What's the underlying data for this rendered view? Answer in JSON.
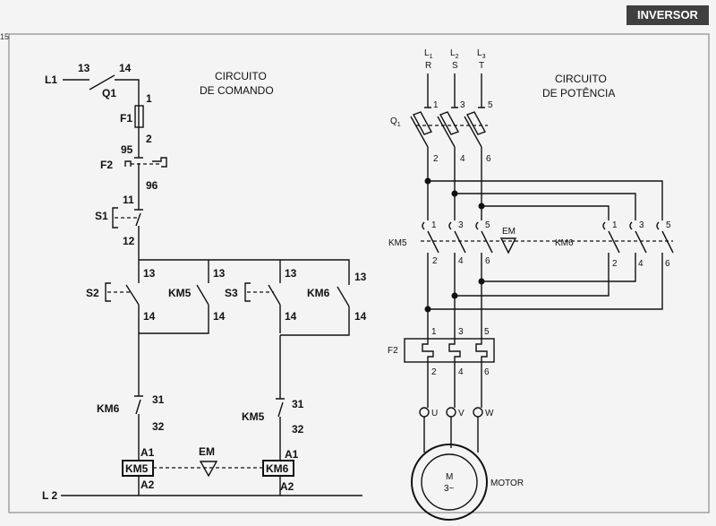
{
  "badge": "INVERSOR",
  "page_number": "15",
  "command": {
    "title_1": "CIRCUITO",
    "title_2": "DE COMANDO",
    "L1": "L1",
    "L2": "L 2",
    "Q1": "Q1",
    "F1": "F1",
    "F2": "F2",
    "S1": "S1",
    "S2": "S2",
    "S3": "S3",
    "KM5": "KM5",
    "KM6": "KM6",
    "EM": "EM",
    "A1": "A1",
    "A2": "A2",
    "n13": "13",
    "n14": "14",
    "n1": "1",
    "n2": "2",
    "n95": "95",
    "n96": "96",
    "n11": "11",
    "n12": "12",
    "n31": "31",
    "n32": "32"
  },
  "power": {
    "title_1": "CIRCUITO",
    "title_2": "DE POTÊNCIA",
    "L1": "L",
    "L2": "L",
    "L3": "L",
    "sub1": "1",
    "sub2": "2",
    "sub3": "3",
    "R": "R",
    "S": "S",
    "T": "T",
    "Q1": "Q",
    "Q1sub": "1",
    "KM5": "KM5",
    "KM6": "KM6",
    "EM": "EM",
    "F2": "F2",
    "t1": "1",
    "t2": "2",
    "t3": "3",
    "t4": "4",
    "t5": "5",
    "t6": "6",
    "U": "U",
    "V": "V",
    "W": "W",
    "M": "M",
    "M3": "3~",
    "MOTOR": "MOTOR"
  }
}
